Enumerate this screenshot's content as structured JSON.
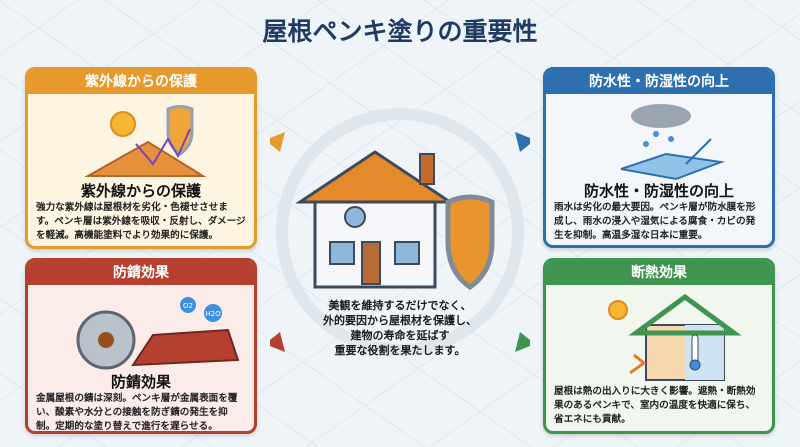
{
  "title": "屋根ペンキ塗りの重要性",
  "center_text": [
    "美観を維持するだけでなく、",
    "外的要因から屋根材を保護し、",
    "建物の寿命を延ばす",
    "重要な役割を果たします。"
  ],
  "panels": [
    {
      "header": "紫外線からの保護",
      "subtitle": "紫外線からの保護",
      "body": "強力な紫外線は屋根材を劣化・色褪せさせます。ペンキ層は紫外線を吸収・反射し、ダメージを軽減。高機能塗料でより効果的に保護。",
      "color": "#e69a2e"
    },
    {
      "header": "防水性・防湿性の向上",
      "subtitle": "防水性・防湿性の向上",
      "body": "雨水は劣化の最大要因。ペンキ層が防水膜を形成し、雨水の浸入や湿気による腐食・カビの発生を抑制。高温多湿な日本に重要。",
      "color": "#2e6fb0"
    },
    {
      "header": "防錆効果",
      "subtitle": "防錆効果",
      "body": "金属屋根の錆は深刻。ペンキ層が金属表面を覆い、酸素や水分との接触を防ぎ錆の発生を抑制。定期的な塗り替えで進行を遅らせる。",
      "color": "#b5402f",
      "labels": [
        "O2",
        "H2O"
      ]
    },
    {
      "header": "断熱効果",
      "body": "屋根は熱の出入りに大きく影響。遮熱・断熱効果のあるペンキで、室内の温度を快適に保ち、省エネにも貢献。",
      "color": "#3f9550"
    }
  ]
}
